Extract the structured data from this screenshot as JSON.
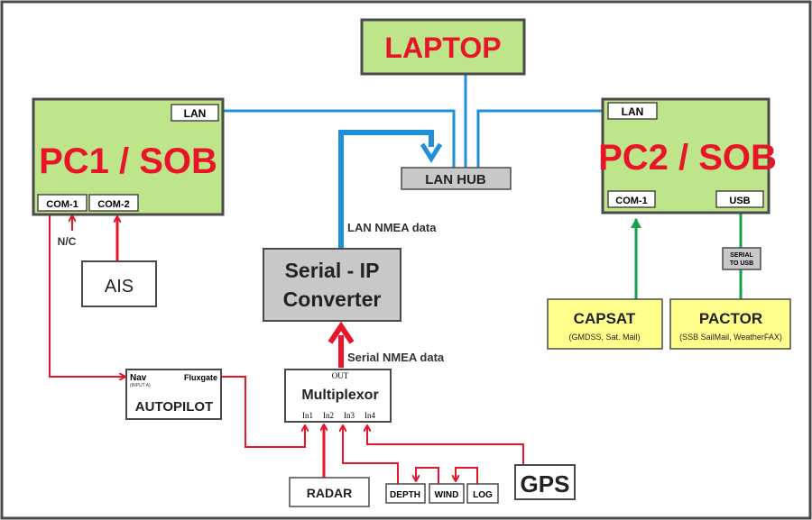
{
  "colors": {
    "border": "#4a4a4a",
    "green_fill": "#bfe58b",
    "gray_fill": "#c8c8c8",
    "yellow_fill": "#ffff8c",
    "blue_line": "#1f90d8",
    "red_line": "#e8142a",
    "green_line": "#16a04a"
  },
  "laptop": {
    "title": "LAPTOP"
  },
  "pc1": {
    "title": "PC1 / SOB",
    "lan": "LAN",
    "com1": "COM-1",
    "com2": "COM-2",
    "nc": "N/C"
  },
  "pc2": {
    "title": "PC2 / SOB",
    "lan": "LAN",
    "com1": "COM-1",
    "usb": "USB"
  },
  "hub": {
    "label": "LAN HUB"
  },
  "converter": {
    "line1": "Serial - IP",
    "line2": "Converter",
    "lan_nmea": "LAN NMEA data",
    "serial_nmea": "Serial NMEA data"
  },
  "ais": {
    "label": "AIS"
  },
  "autopilot": {
    "nav": "Nav",
    "input_a": "(INPUT A)",
    "fluxgate": "Fluxgate",
    "label": "AUTOPILOT"
  },
  "multiplexor": {
    "out": "OUT",
    "label": "Multiplexor",
    "in1": "In1",
    "in2": "In2",
    "in3": "In3",
    "in4": "In4"
  },
  "sensors": {
    "radar": "RADAR",
    "depth": "DEPTH",
    "wind": "WIND",
    "log": "LOG",
    "gps": "GPS"
  },
  "capsat": {
    "title": "CAPSAT",
    "subtitle": "(GMDSS, Sat. Mail)"
  },
  "pactor": {
    "title": "PACTOR",
    "subtitle": "(SSB SailMail, WeatherFAX)"
  },
  "serial_usb": {
    "line1": "SERIAL",
    "line2": "TO USB"
  }
}
